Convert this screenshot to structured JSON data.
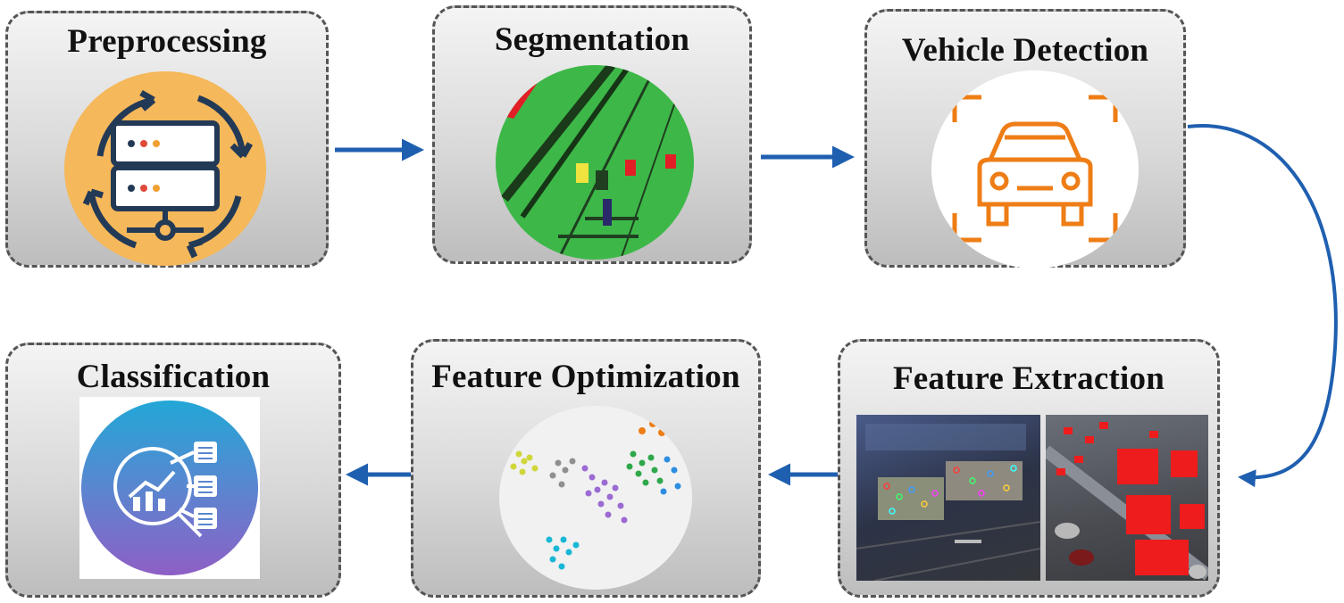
{
  "stages": [
    {
      "id": "preprocessing",
      "title": "Preprocessing"
    },
    {
      "id": "segmentation",
      "title": "Segmentation"
    },
    {
      "id": "vehicle-detection",
      "title": "Vehicle Detection"
    },
    {
      "id": "feature-extraction",
      "title": "Feature Extraction"
    },
    {
      "id": "feature-optimization",
      "title": "Feature Optimization"
    },
    {
      "id": "classification",
      "title": "Classification"
    }
  ],
  "colors": {
    "arrow": "#1f5fb0",
    "preprocessing_bg": "#f5b85a",
    "segmentation_bg": "#3db848",
    "detection_icon": "#ee7d16",
    "classification_from": "#22a7d6",
    "classification_to": "#8e5fc5",
    "marker_red": "#ee1c1c"
  }
}
